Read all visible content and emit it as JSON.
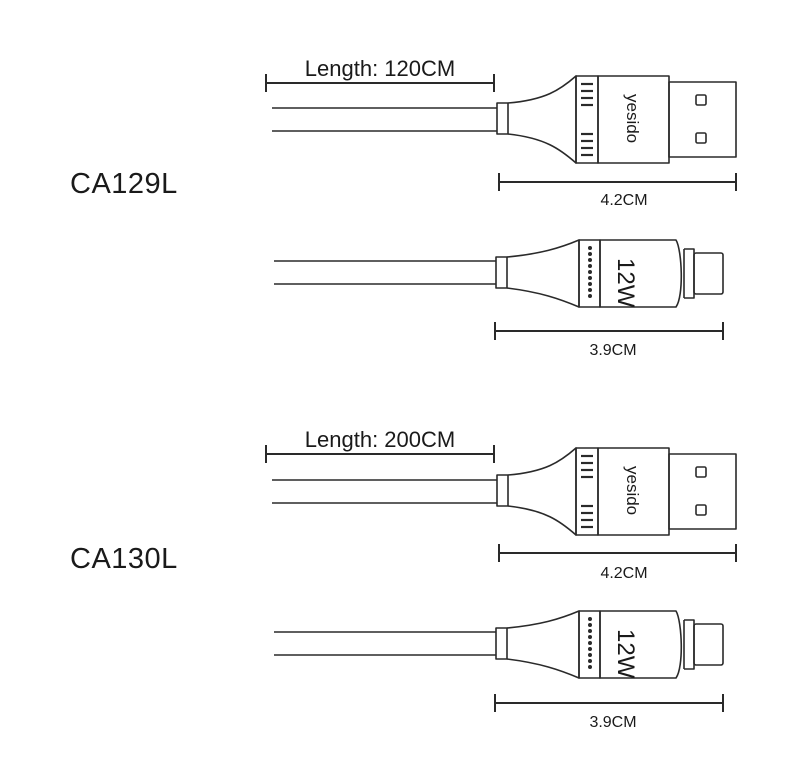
{
  "products": [
    {
      "model": "CA129L",
      "length_label": "Length: 120CM",
      "usb_a_brand": "yesido",
      "usb_a_dimension": "4.2CM",
      "usb_c_power": "12W",
      "usb_c_dimension": "3.9CM"
    },
    {
      "model": "CA130L",
      "length_label": "Length: 200CM",
      "usb_a_brand": "yesido",
      "usb_a_dimension": "4.2CM",
      "usb_c_power": "12W",
      "usb_c_dimension": "3.9CM"
    }
  ],
  "colors": {
    "line": "#2a2a2a",
    "background": "#ffffff"
  }
}
